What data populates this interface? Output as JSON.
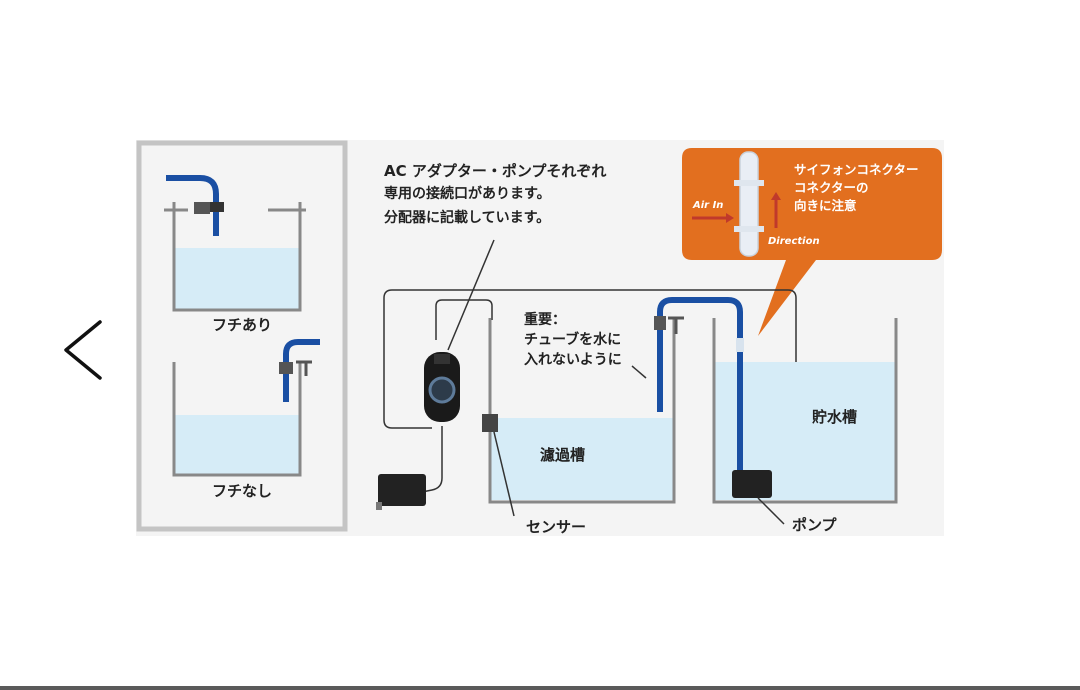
{
  "navigation": {
    "prev_icon": "chevron-left-icon"
  },
  "left_panel": {
    "tank_with_rim_label": "フチあり",
    "tank_without_rim_label": "フチなし"
  },
  "adapter_note": {
    "line1": "AC アダプター・ポンプそれぞれ",
    "line2": "専用の接続口があります。",
    "line3": "分配器に記載しています。"
  },
  "important_note": {
    "line1": "重要：",
    "line2": "チューブを水に",
    "line3": "入れないように"
  },
  "callout": {
    "line1": "サイフォンコネクター",
    "line2": "コネクターの",
    "line3": "向きに注意",
    "air_in": "Air In",
    "direction": "Direction",
    "bg_color": "#e26f1f"
  },
  "labels": {
    "filter_tank": "濾過槽",
    "reservoir": "貯水槽",
    "sensor": "センサー",
    "pump": "ポンプ"
  },
  "colors": {
    "tube": "#1a4fa3",
    "water": "#d6ecf7",
    "tank_wall": "#888888",
    "panel_bg": "#f4f4f4"
  }
}
